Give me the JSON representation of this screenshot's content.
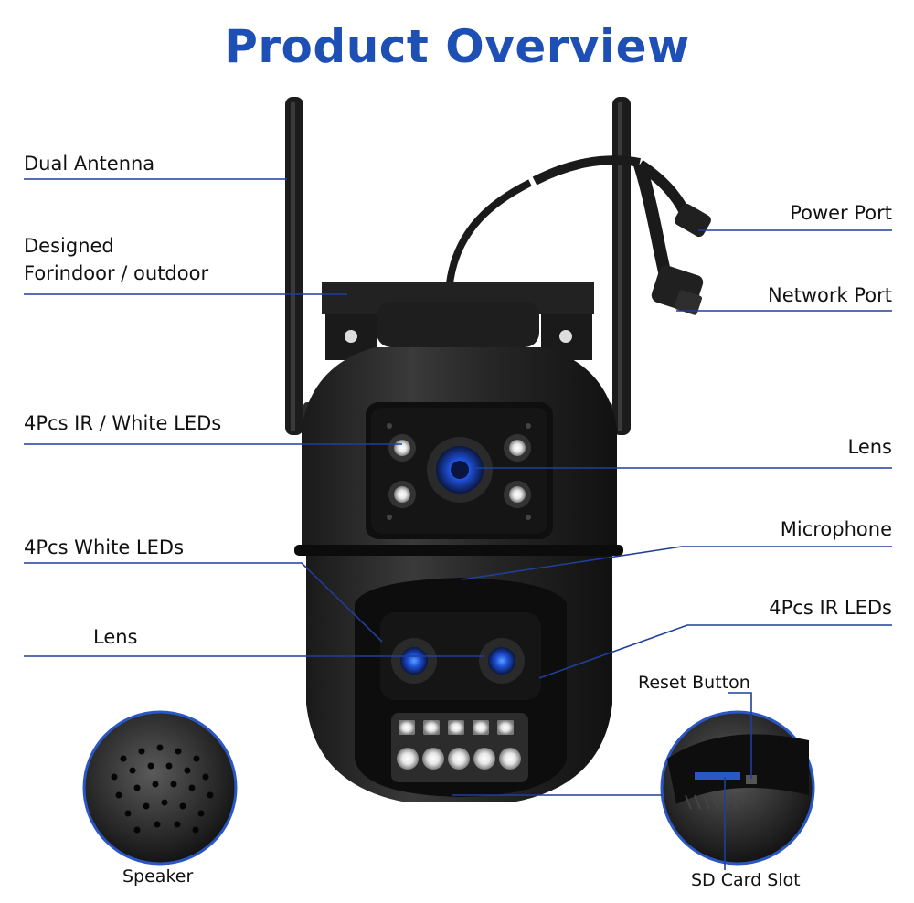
{
  "title": "Product Overview",
  "accent_color": "#1e4fb5",
  "labels": {
    "dual_antenna": "Dual Antenna",
    "designed_line1": "Designed",
    "designed_line2": "Forindoor / outdoor",
    "ir_white_leds": "4Pcs IR / White LEDs",
    "white_leds": "4Pcs White LEDs",
    "lens_left": "Lens",
    "power_port": "Power Port",
    "network_port": "Network Port",
    "lens_right": "Lens",
    "microphone": "Microphone",
    "ir_leds": "4Pcs IR LEDs",
    "reset_button": "Reset Button",
    "speaker": "Speaker",
    "sd_card_slot": "SD Card Slot"
  }
}
